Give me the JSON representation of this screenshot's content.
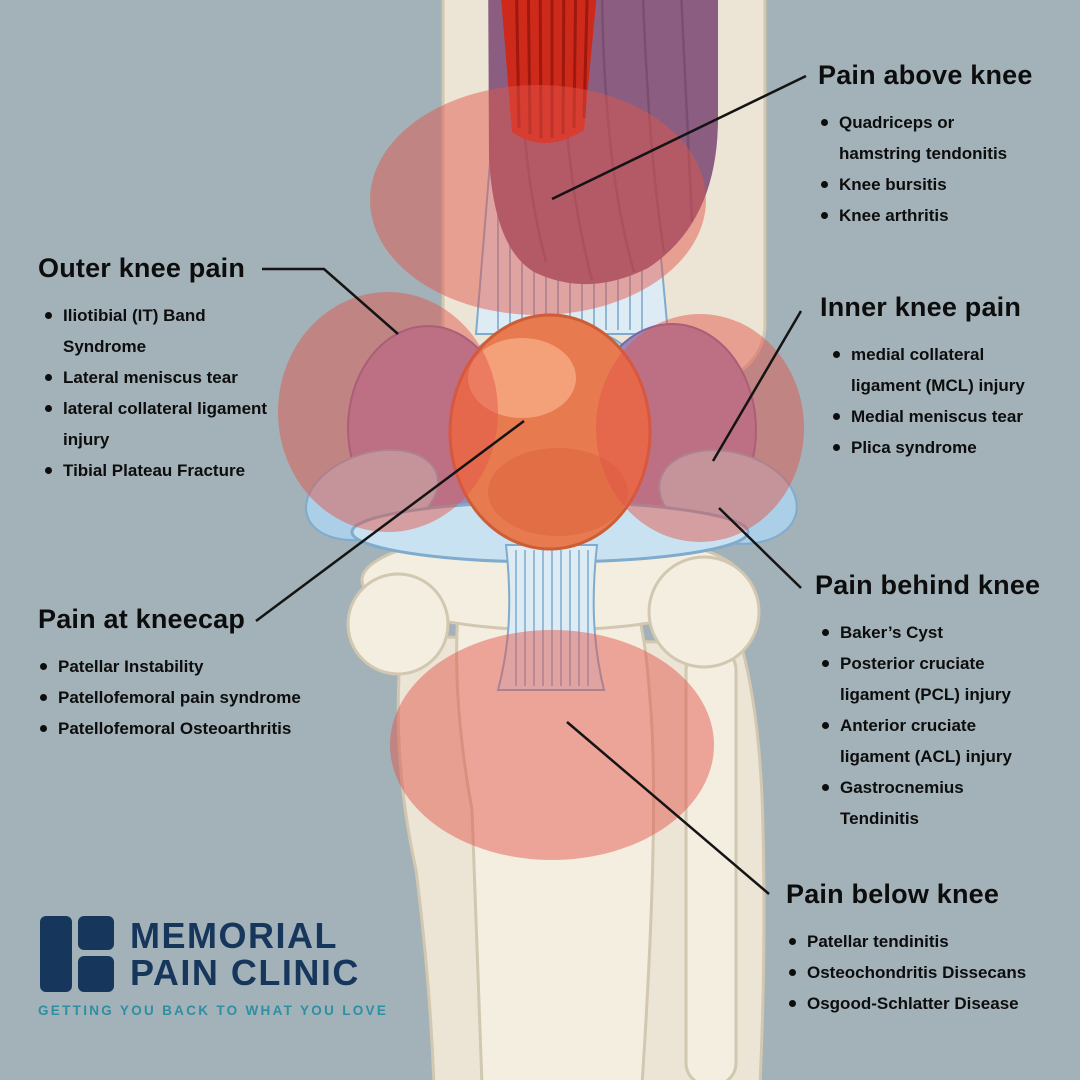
{
  "palette": {
    "bg": "#a2b2b8",
    "bone": "#ece5d5",
    "bone-stroke": "#d2c7b0",
    "bone-light": "#f3eedf",
    "muscle": "#8b5e81",
    "muscle-dark": "#774c6e",
    "tendon-red": "#ce2a1c",
    "tendon-red-dark": "#9e180d",
    "lig-blue": "#abcfe7",
    "lig-blue-stroke": "#7fabcd",
    "lig-blue-light": "#dcebf4",
    "condyle-purple": "#9b88ba",
    "patella": "#e87a4f",
    "patella-stroke": "#cd5d36",
    "patella-light": "#f4a179",
    "pain-red": "#e2544a",
    "line": "#141414",
    "text": "#0d0d0d",
    "navy": "#16365c",
    "teal": "#2d8fa3"
  },
  "labels": {
    "above": {
      "title": "Pain above knee",
      "items": [
        "Quadriceps or hamstring tendonitis",
        "Knee bursitis",
        "Knee arthritis"
      ]
    },
    "outer": {
      "title": "Outer knee pain",
      "items": [
        "Iliotibial (IT) Band Syndrome",
        "Lateral meniscus tear",
        "lateral collateral ligament injury",
        "Tibial Plateau Fracture"
      ]
    },
    "inner": {
      "title": "Inner knee pain",
      "items": [
        "medial collateral ligament (MCL) injury",
        "Medial meniscus tear",
        "Plica syndrome"
      ]
    },
    "behind": {
      "title": "Pain behind knee",
      "items": [
        "Baker’s Cyst",
        "Posterior cruciate ligament (PCL) injury",
        "Anterior cruciate ligament (ACL) injury",
        "Gastrocnemius Tendinitis"
      ]
    },
    "kneecap": {
      "title": "Pain at kneecap",
      "items": [
        "Patellar Instability",
        "Patellofemoral pain syndrome",
        "Patellofemoral Osteoarthritis"
      ]
    },
    "below": {
      "title": "Pain below knee",
      "items": [
        "Patellar tendinitis",
        "Osteochondritis Dissecans",
        "Osgood-Schlatter Disease"
      ]
    }
  },
  "logo": {
    "name_line1": "MEMORIAL",
    "name_line2": "PAIN CLINIC",
    "tagline": "GETTING YOU BACK TO WHAT YOU LOVE"
  }
}
